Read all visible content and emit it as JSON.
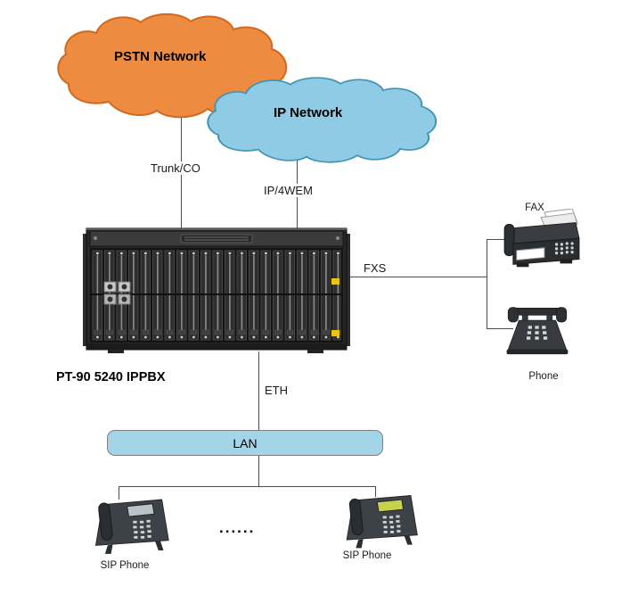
{
  "clouds": {
    "pstn": {
      "label": "PSTN Network"
    },
    "ip": {
      "label": "IP Network"
    }
  },
  "connections": {
    "trunk": "Trunk/CO",
    "ip_wem": "IP/4WEM",
    "fxs": "FXS",
    "eth": "ETH"
  },
  "device": {
    "label": "PT-90 5240 IPPBX"
  },
  "lan": {
    "label": "LAN"
  },
  "endpoints": {
    "fax": "FAX",
    "phone": "Phone",
    "sip_phone_1": "SIP Phone",
    "sip_phone_2": "SIP Phone",
    "ellipsis": "......"
  },
  "icons": {
    "pstn_cloud": "cloud-shape",
    "ip_cloud": "cloud-shape",
    "ippbx": "rack-chassis-icon",
    "fax": "fax-machine-icon",
    "phone": "desk-phone-icon",
    "sip_phone": "sip-phone-icon"
  },
  "colors": {
    "pstn-fill": "#ED8B40",
    "pstn-stroke": "#D2691E",
    "ip-fill": "#8FCBE4",
    "ip-stroke": "#3E95B5",
    "lan-fill": "#A3D4E8",
    "lan-stroke": "#7F7F7F",
    "line": "#4d4d4d",
    "text": "#1a1a1a"
  }
}
